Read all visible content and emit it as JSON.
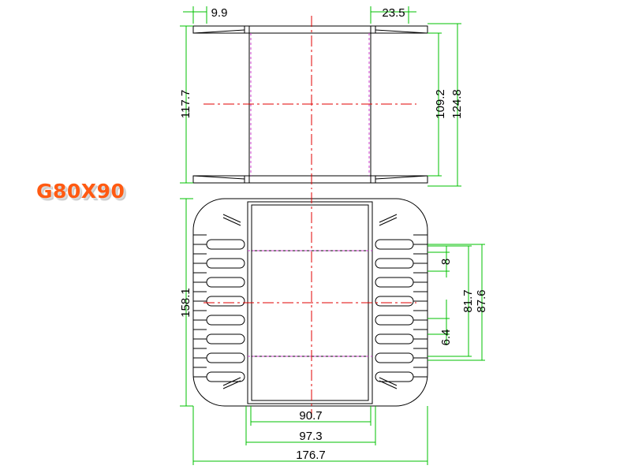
{
  "title": "G80X90",
  "dimensions": {
    "top_left_width": "9.9",
    "top_right_width": "23.5",
    "top_left_height": "117.7",
    "top_inner_height": "109.2",
    "top_outer_height": "124.8",
    "front_height": "158.1",
    "slot_pitch": "8",
    "slot_gap": "6.4",
    "slot_span_inner": "81.7",
    "slot_span_outer": "87.6",
    "width_inner": "90.7",
    "width_mid": "97.3",
    "width_overall": "176.7"
  },
  "colors": {
    "outline": "#000000",
    "dimension": "#00c000",
    "centerline": "#e00000",
    "hidden": "#d040d0",
    "title": "#ff5a12"
  }
}
